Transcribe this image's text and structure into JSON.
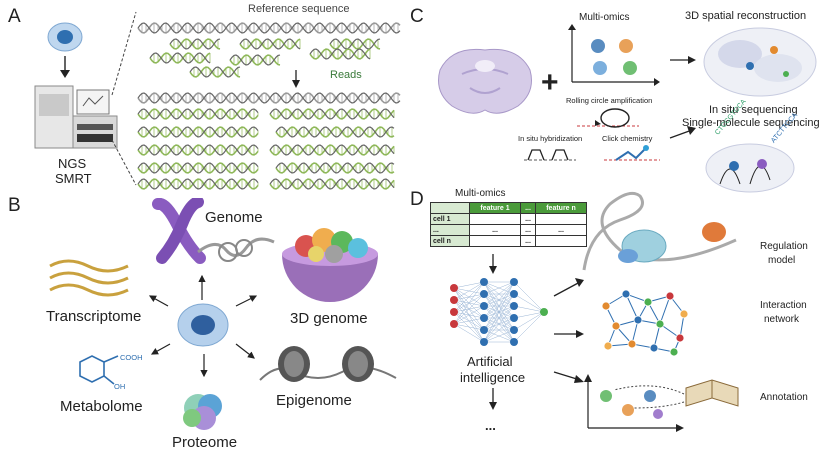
{
  "panels": {
    "a": {
      "letter": "A",
      "reference_label": "Reference sequence",
      "reads_label": "Reads",
      "platform_line1": "NGS",
      "platform_line2": "SMRT"
    },
    "b": {
      "letter": "B",
      "genome": "Genome",
      "transcriptome": "Transcriptome",
      "genome3d": "3D genome",
      "metabolome": "Metabolome",
      "epigenome": "Epigenome",
      "proteome": "Proteome",
      "cooh": "COOH",
      "oh": "OH"
    },
    "c": {
      "letter": "C",
      "multiomics": "Multi-omics",
      "spatial": "3D spatial reconstruction",
      "rca": "Rolling circle amplification",
      "ish": "In situ hybridization",
      "click": "Click chemistry",
      "insitu_seq": "In situ sequencing",
      "sm_seq": "Single-molecule sequencing",
      "seq_tag1": "CTCCGTCCA",
      "seq_tag2": "ATCTTCCA"
    },
    "d": {
      "letter": "D",
      "multiomics": "Multi-omics",
      "table": {
        "header": [
          "",
          "feature 1",
          "...",
          "feature n"
        ],
        "rows": [
          [
            "cell 1",
            "",
            "...",
            ""
          ],
          [
            "...",
            "...",
            "...",
            "..."
          ],
          [
            "cell n",
            "",
            "...",
            ""
          ]
        ]
      },
      "ai_line1": "Artificial",
      "ai_line2": "intelligence",
      "ellipsis": "...",
      "regulation_line1": "Regulation",
      "regulation_line2": "model",
      "interaction_line1": "Interaction",
      "interaction_line2": "network",
      "annotation": "Annotation"
    }
  },
  "colors": {
    "dna_green": "#8fb85a",
    "dna_gray": "#9a9a9a",
    "cell_blue": "#3d7fc4",
    "arrow": "#222222",
    "node_red": "#c8383c",
    "node_blue": "#2f6fb0",
    "node_green": "#4caf50",
    "genome_purple": "#8a5cc0",
    "transcript_gold": "#c9a13e"
  }
}
